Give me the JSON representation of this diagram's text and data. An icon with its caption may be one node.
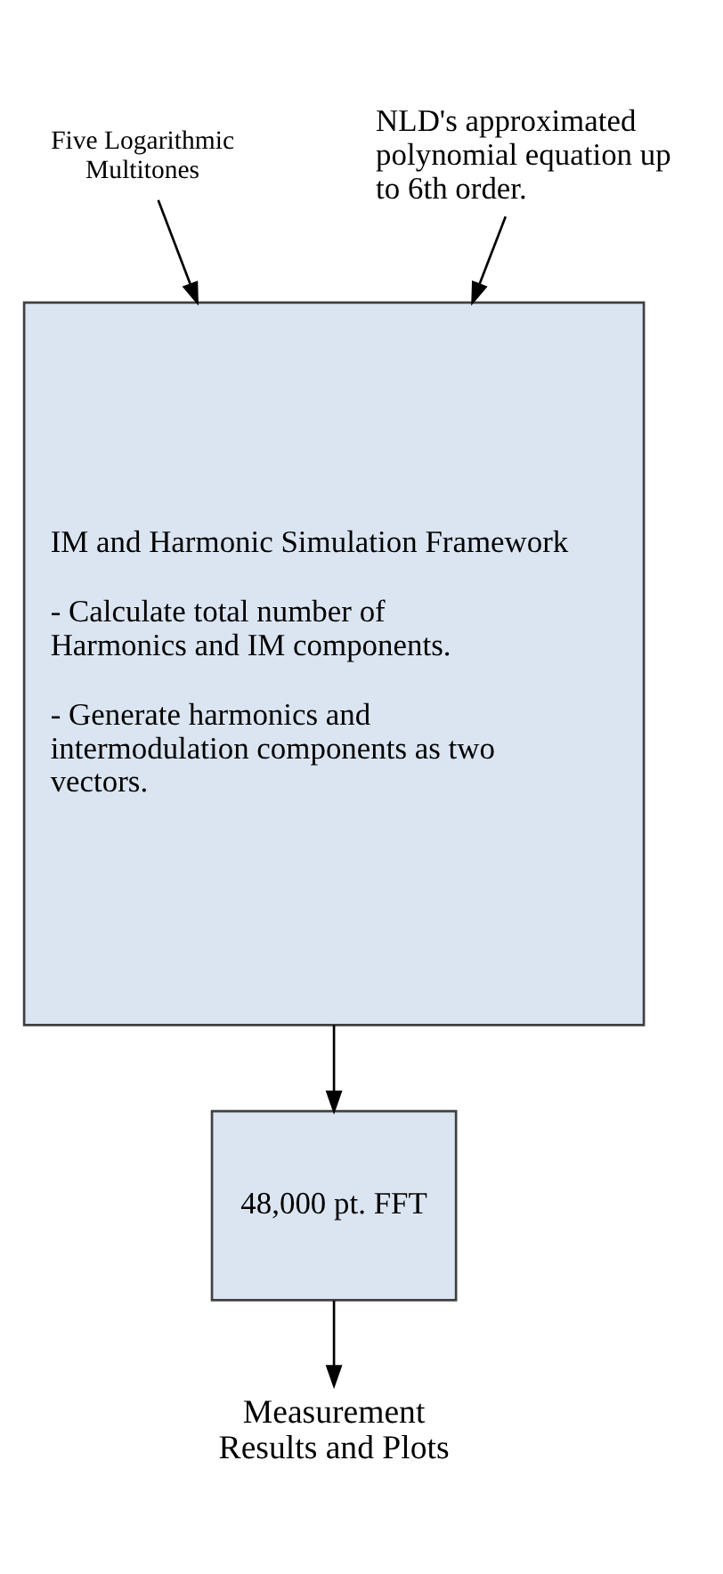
{
  "diagram": {
    "nodes": [
      {
        "text": [
          "Five Logarithmic Multitones"
        ]
      },
      {
        "text": [
          "NLD's approximated polynomial equation up to 6th order."
        ]
      },
      {
        "text": [
          "IM and Harmonic Simulation Framework",
          "- Calculate total number of Harmonics and IM components.",
          "- Generate harmonics and intermodulation components as two vectors."
        ]
      },
      {
        "text": [
          "48,000 pt. FFT"
        ]
      },
      {
        "text": [
          "Measurement Results and Plots"
        ]
      }
    ],
    "edges": [
      {
        "from": 0,
        "to": 2,
        "arrow": "to"
      },
      {
        "from": 1,
        "to": 2,
        "arrow": "to"
      },
      {
        "from": 2,
        "to": 3,
        "arrow": "to"
      },
      {
        "from": 3,
        "to": 4,
        "arrow": "to"
      }
    ]
  }
}
